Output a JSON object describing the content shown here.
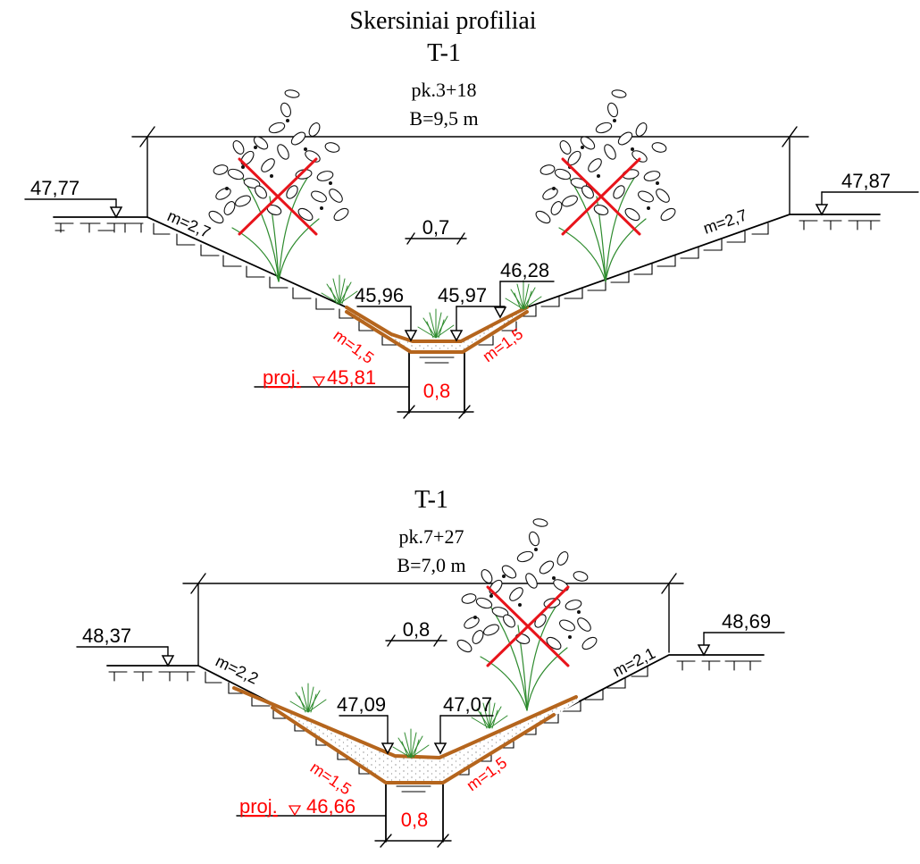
{
  "title": "Skersiniai profiliai",
  "colors": {
    "ink": "#000000",
    "design": "#ff0000",
    "lining": "#b5651d",
    "grass": "#2e8b2e",
    "crossout": "#e8141b",
    "sand": "#a0a0a0"
  },
  "icons": [
    "tree-icon",
    "grass-tuft-icon",
    "level-marker-icon",
    "cross-out-icon",
    "ground-hatch-icon"
  ],
  "profiles": [
    {
      "name": "T-1",
      "picket": "pk.3+18",
      "width": "B=9,5 m",
      "left_bank": "47,77",
      "right_bank": "47,87",
      "left_slope": "m=2,7",
      "right_slope": "m=2,7",
      "inner_width": "0,7",
      "bottom_left": "45,96",
      "bottom_right": "45,97",
      "design_level_right": "46,28",
      "proj_label": "proj.",
      "proj_level": "45,81",
      "lining_slope_left": "m=1,5",
      "lining_slope_right": "m=1,5",
      "bottom_width": "0,8"
    },
    {
      "name": "T-1",
      "picket": "pk.7+27",
      "width": "B=7,0 m",
      "left_bank": "48,37",
      "right_bank": "48,69",
      "left_slope": "m=2,2",
      "right_slope": "m=2,1",
      "inner_width": "0,8",
      "bottom_left": "47,09",
      "bottom_right": "47,07",
      "proj_label": "proj.",
      "proj_level": "46,66",
      "lining_slope_left": "m=1,5",
      "lining_slope_right": "m=1,5",
      "bottom_width": "0,8"
    }
  ]
}
